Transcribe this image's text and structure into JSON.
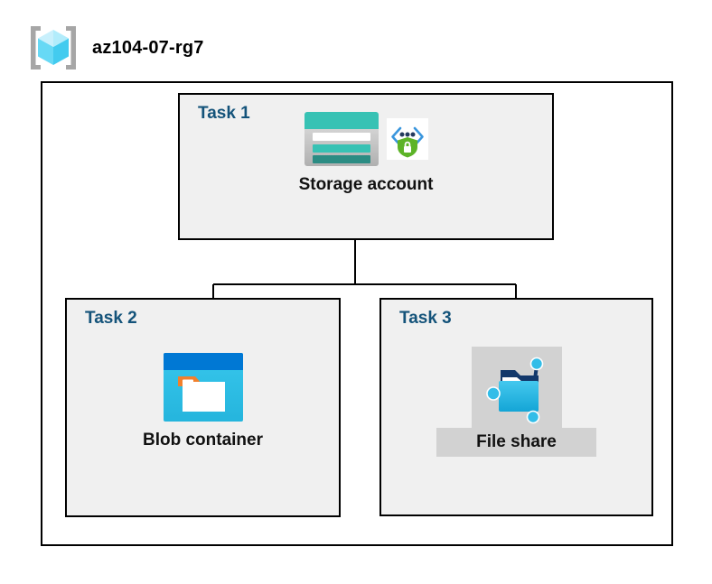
{
  "header": {
    "icon": "resource-group-icon",
    "title": "az104-07-rg7"
  },
  "diagram": {
    "type": "hierarchy",
    "boundary_name": "resource-group-boundary",
    "nodes": [
      {
        "id": "task-1",
        "task_label": "Task 1",
        "caption": "Storage account",
        "icons": [
          "storage-account-icon",
          "security-shield-icon"
        ],
        "caption_highlighted": false
      },
      {
        "id": "task-2",
        "task_label": "Task 2",
        "caption": "Blob container",
        "icons": [
          "blob-container-icon"
        ],
        "caption_highlighted": false
      },
      {
        "id": "task-3",
        "task_label": "Task 3",
        "caption": "File share",
        "icons": [
          "file-share-icon"
        ],
        "caption_highlighted": true
      }
    ],
    "edges": [
      {
        "from": "task-1",
        "to": "task-2"
      },
      {
        "from": "task-1",
        "to": "task-3"
      }
    ]
  },
  "colors": {
    "task_label": "#14537a",
    "box_fill": "#f0f0f0",
    "box_border": "#000000",
    "highlight": "#d2d2d2",
    "storage_teal": "#37c2b4",
    "storage_teal_dark": "#2b8c83",
    "storage_gray": "#b3b3b3",
    "blob_blue": "#0078d4",
    "blob_cyan": "#32c0e8",
    "blob_orange": "#f2802c",
    "shield_green": "#5cb327",
    "chevron_blue": "#3a96dd",
    "fileshare_cyan": "#32bde8",
    "fileshare_navy": "#12386b",
    "rg_cube_cyan": "#9fe7fb",
    "rg_bracket_gray": "#a6a6a6"
  }
}
